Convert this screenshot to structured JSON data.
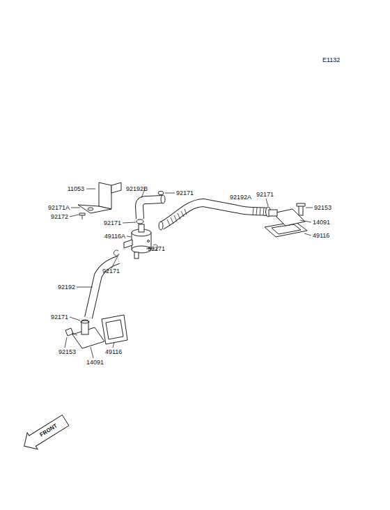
{
  "diagram": {
    "labels": [
      "E1132",
      "11053",
      "92192B",
      "92171",
      "92171",
      "92192A",
      "92153",
      "92171A",
      "92172",
      "14091",
      "92171",
      "49116A",
      "92171",
      "49116",
      "92171",
      "92192",
      "92171",
      "92153",
      "49116",
      "14091",
      "FRONT"
    ]
  }
}
